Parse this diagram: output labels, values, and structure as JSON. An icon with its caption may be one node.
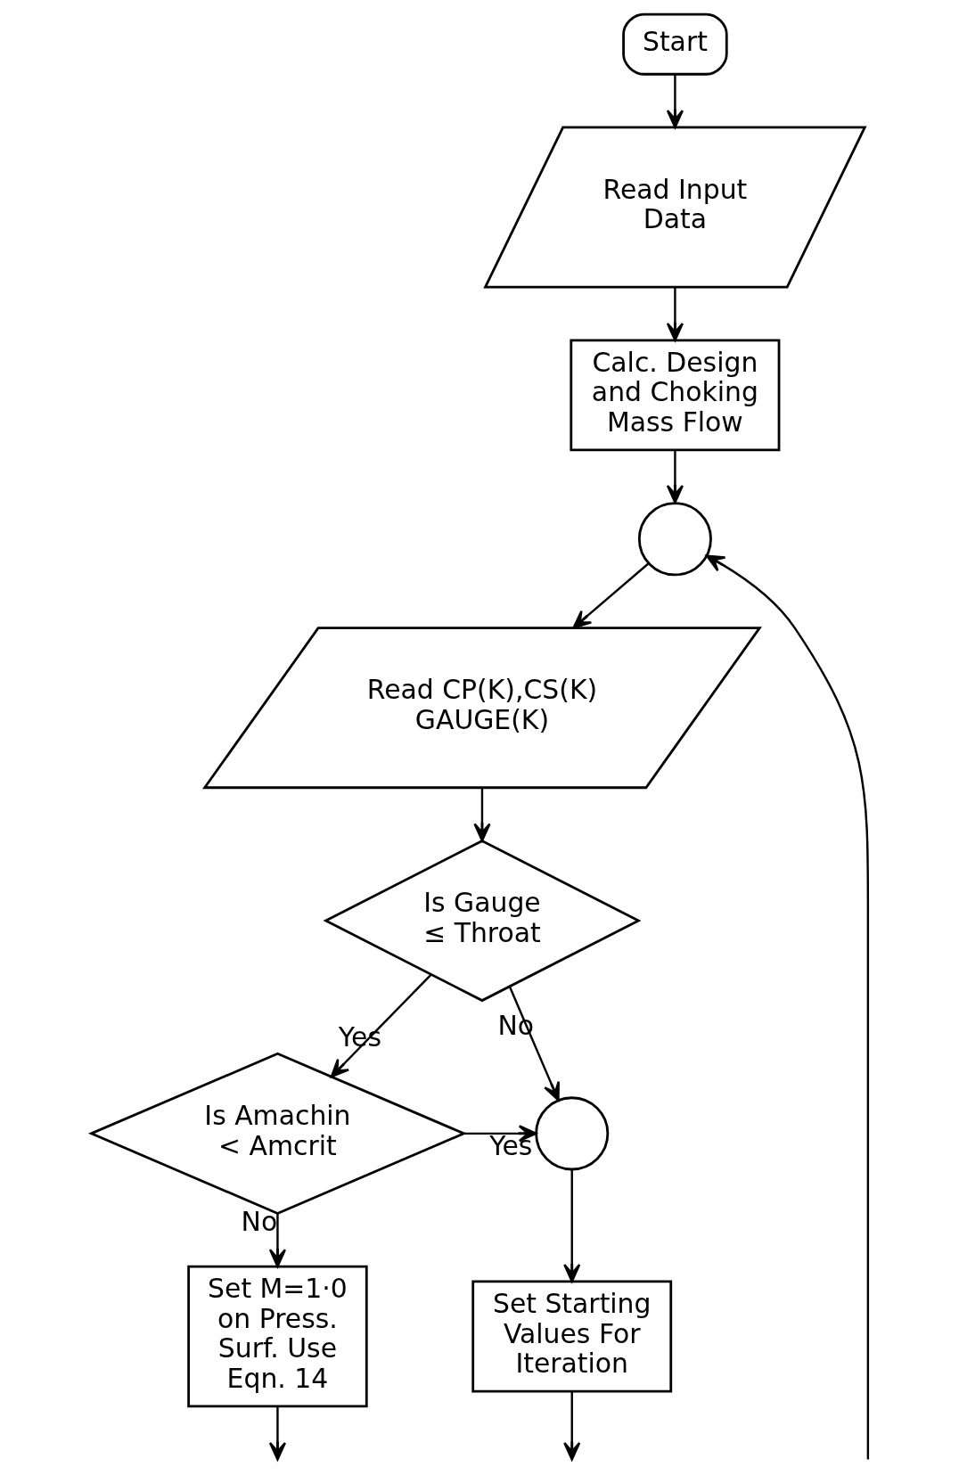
{
  "diagram": {
    "nodes": [
      {
        "text": [
          "Start"
        ]
      },
      {
        "text": [
          "Read Input Data"
        ]
      },
      {
        "text": [
          "Calc. Design and Choking Mass Flow"
        ]
      },
      {
        "text": [],
        "shape": "circle"
      },
      {
        "text": [
          "Read CP(K),CS(K) GAUGE(K)"
        ]
      },
      {
        "text": [
          "Is Gauge ≤ Throat"
        ]
      },
      {
        "text": [
          "Is Amachin < Amcrit"
        ]
      },
      {
        "text": [],
        "shape": "circle"
      },
      {
        "text": [
          "Set Starting Values For Iteration"
        ]
      },
      {
        "text": [
          "Set M=1·0 on Press. Surf. Use Eqn. 14"
        ]
      }
    ],
    "edges": [
      {
        "from": 0,
        "to": 1,
        "arrow": "to"
      },
      {
        "from": 1,
        "to": 2,
        "arrow": "to"
      },
      {
        "from": 2,
        "to": 3,
        "arrow": "to"
      },
      {
        "from": null,
        "to": 3,
        "arrow": "to"
      },
      {
        "from": 3,
        "to": 4,
        "arrow": "to"
      },
      {
        "from": 4,
        "to": 5,
        "arrow": "to"
      },
      {
        "from": 5,
        "to": 6,
        "label": "Yes",
        "arrow": "to"
      },
      {
        "from": 5,
        "to": 7,
        "label": "No",
        "arrow": "to"
      },
      {
        "from": 6,
        "to": 7,
        "label": "Yes",
        "arrow": "to"
      },
      {
        "from": 6,
        "to": 9,
        "label": "No",
        "arrow": "to"
      },
      {
        "from": 7,
        "to": 8,
        "arrow": "to"
      },
      {
        "from": 8,
        "to": null,
        "arrow": "to"
      },
      {
        "from": 9,
        "to": null,
        "arrow": "to"
      }
    ]
  }
}
